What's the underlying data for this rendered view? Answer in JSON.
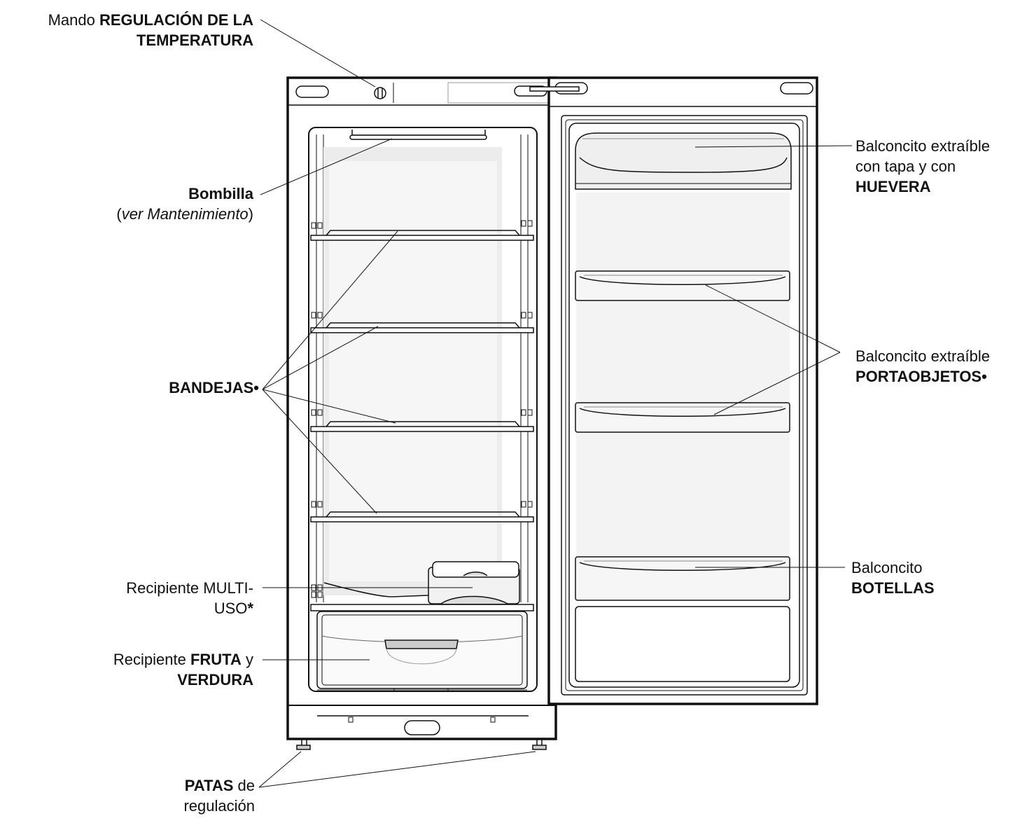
{
  "labels": {
    "temp_control": {
      "prefix": "Mando ",
      "bold_line1": "REGULACIÓN DE LA",
      "bold_line2": "TEMPERATURA"
    },
    "bulb": {
      "bold": "Bombilla",
      "open_paren": "(",
      "italic": "ver Mantenimiento",
      "close_paren": ")"
    },
    "shelves": {
      "bold": "BANDEJAS•"
    },
    "multi": {
      "prefix": "Recipiente ",
      "line1_rest": "MULTI-",
      "line2": "USO",
      "star": "*"
    },
    "fruit": {
      "prefix": "Recipiente ",
      "bold1": "FRUTA",
      "mid": " y",
      "bold2": "VERDURA"
    },
    "feet": {
      "bold": "PATAS",
      "rest": " de",
      "line2": "regulación"
    },
    "egg": {
      "line1": "Balconcito extraíble",
      "line2": "con tapa y con",
      "bold": "HUEVERA"
    },
    "objects": {
      "line1": "Balconcito extraíble",
      "bold": "PORTAOBJETOS•"
    },
    "bottles": {
      "line1": "Balconcito",
      "bold": "BOTELLAS"
    }
  }
}
